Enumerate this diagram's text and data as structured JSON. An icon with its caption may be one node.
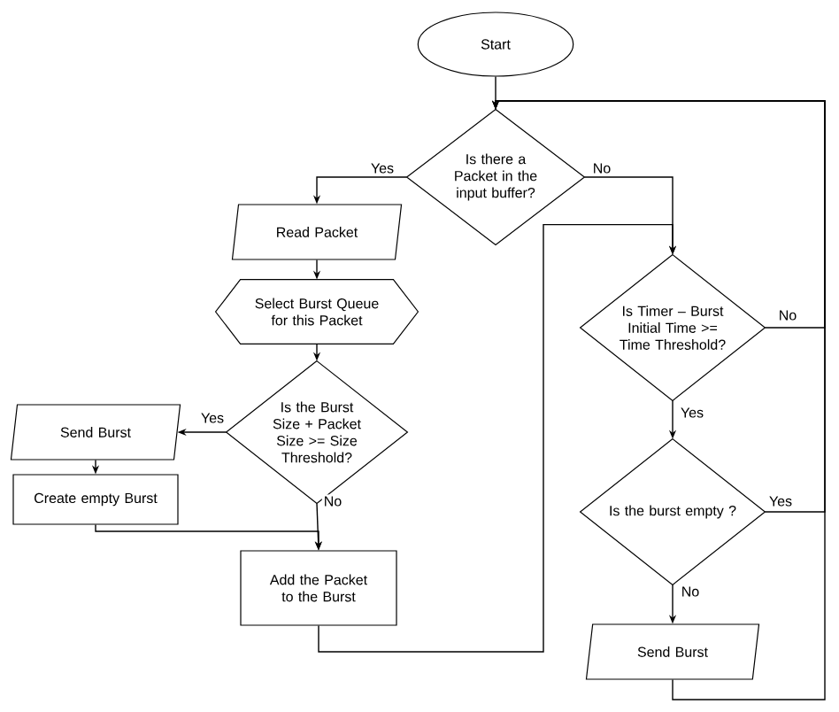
{
  "diagram": {
    "nodes": [
      {
        "text": [
          "Start"
        ]
      },
      {
        "text": [
          "Is there a Packet in the input buffer?"
        ]
      },
      {
        "text": [
          "Read Packet"
        ]
      },
      {
        "text": [
          "Select Burst Queue for this Packet"
        ]
      },
      {
        "text": [
          "Is the Burst Size + Packet Size >= Size Threshold?"
        ]
      },
      {
        "text": [
          "Send Burst"
        ]
      },
      {
        "text": [
          "Create empty Burst"
        ]
      },
      {
        "text": [
          "Add the Packet to the Burst"
        ]
      },
      {
        "text": [
          "Is Timer – Burst Initial Time >= Time Threshold?"
        ]
      },
      {
        "text": [
          "Is the burst empty ?"
        ]
      },
      {
        "text": [
          "Send Burst"
        ]
      }
    ],
    "edges": [
      {
        "from": 0,
        "to": 1,
        "arrow": "to"
      },
      {
        "from": 1,
        "to": 2,
        "arrow": "to",
        "label": "Yes"
      },
      {
        "from": 1,
        "to": 8,
        "arrow": "to",
        "label": "No"
      },
      {
        "from": 2,
        "to": 3,
        "arrow": "to"
      },
      {
        "from": 3,
        "to": 4,
        "arrow": "to"
      },
      {
        "from": 4,
        "to": 5,
        "arrow": "to",
        "label": "Yes"
      },
      {
        "from": 4,
        "to": 7,
        "arrow": "to",
        "label": "No"
      },
      {
        "from": 5,
        "to": 6,
        "arrow": "to"
      },
      {
        "from": 6,
        "to": 7,
        "arrow": "to"
      },
      {
        "from": 7,
        "to": 8,
        "arrow": "to"
      },
      {
        "from": 8,
        "to": 9,
        "arrow": "to",
        "label": "Yes"
      },
      {
        "from": 8,
        "to": 1,
        "arrow": "to",
        "label": "No"
      },
      {
        "from": 9,
        "to": 10,
        "arrow": "to",
        "label": "No"
      },
      {
        "from": 9,
        "to": 1,
        "arrow": "to",
        "label": "Yes"
      },
      {
        "from": 10,
        "to": 1,
        "arrow": "to"
      }
    ]
  }
}
